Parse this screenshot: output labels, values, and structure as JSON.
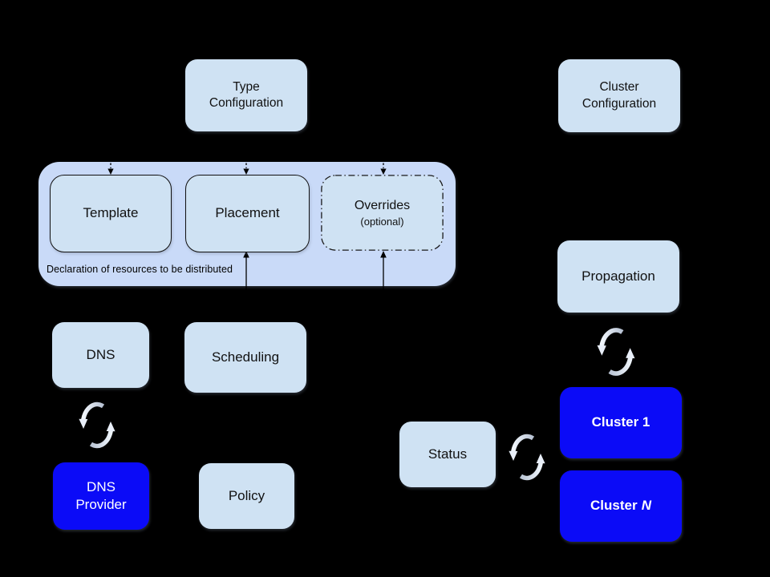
{
  "diagram": {
    "background": "#000000",
    "group_caption": "Declaration of resources to be distributed"
  },
  "colors": {
    "group_fill": "#c9daf8",
    "node_fill_light": "#cfe2f3",
    "node_fill_blue": "#0b0bf7",
    "node_text_dark": "#111111",
    "node_text_light": "#ffffff",
    "connector_arrow": "#000000",
    "sync_icon_light": "#f2f7fd",
    "sync_icon_shade": "#b6c1d2"
  },
  "nodes": {
    "type_configuration": "Type\nConfiguration",
    "cluster_configuration": "Cluster\nConfiguration",
    "template": "Template",
    "placement": "Placement",
    "overrides_title": "Overrides",
    "overrides_subtitle": "(optional)",
    "dns": "DNS",
    "scheduling": "Scheduling",
    "dns_provider": "DNS\nProvider",
    "policy": "Policy",
    "propagation": "Propagation",
    "status": "Status",
    "cluster_1": "Cluster 1",
    "cluster_n_prefix": "Cluster",
    "cluster_n_suffix": "N"
  },
  "icons": {
    "sync": "sync-cycle-arrows"
  }
}
